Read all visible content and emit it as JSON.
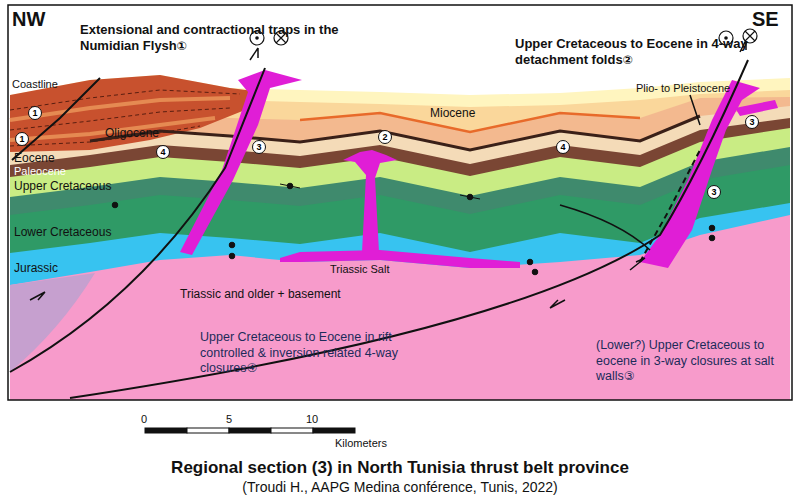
{
  "diagram": {
    "title": "Regional section (3) in North Tunisia thrust belt province",
    "caption": "(Troudi H., AAPG Medina conférence, Tunis, 2022)",
    "nodes": [
      {
        "text": [
          "1"
        ]
      },
      {
        "text": [
          "1"
        ]
      },
      {
        "text": [
          "4"
        ]
      },
      {
        "text": [
          "3"
        ]
      },
      {
        "text": [
          "2"
        ]
      },
      {
        "text": [
          "4"
        ]
      },
      {
        "text": [
          "3"
        ]
      },
      {
        "text": [
          "3"
        ]
      }
    ],
    "labels": [
      "NW",
      "SE",
      "Extensional and contractional traps in the Numidian Flysh",
      "①",
      "Upper Cretaceous to Eocene in 4-way detachment folds",
      "②",
      "Coastline",
      "Oligocene",
      "Miocene",
      "Plio- to Pleistocene",
      "Eocene",
      "Paleocene",
      "Upper Cretaceous",
      "Lower Cretaceous",
      "Jurassic",
      "Triassic Salt",
      "Triassic and older + basement",
      "Upper Cretaceous to Eocene in rift controlled & inversion related 4-way closures",
      "④",
      "(Lower?) Upper Cretaceous to eocene in 3-way closures at salt walls",
      "③",
      "0",
      "5",
      "10",
      "Kilometers"
    ]
  }
}
